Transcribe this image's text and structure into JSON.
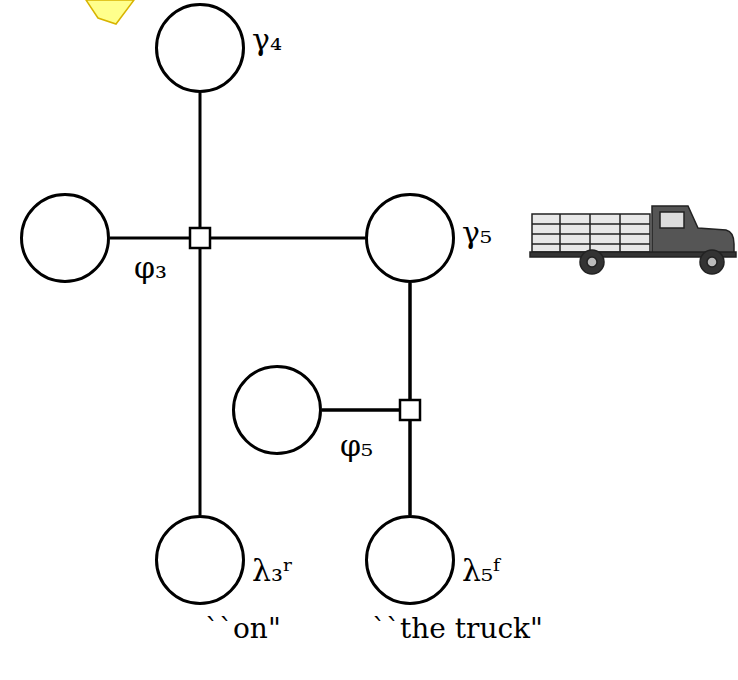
{
  "diagram": {
    "nodes": [
      {
        "text": [
          "γ₄"
        ]
      },
      {
        "text": [
          "φ₃"
        ]
      },
      {
        "text": [
          "γ₅"
        ]
      },
      {
        "text": [
          "φ₅"
        ]
      },
      {
        "text": [
          "λ₃ʳ",
          "``on\""
        ]
      },
      {
        "text": [
          "λ₅ᶠ",
          "``the truck\""
        ]
      }
    ],
    "edges": [
      {
        "from": 0,
        "to": 4,
        "arrow": "none"
      },
      {
        "from": 1,
        "to": 2,
        "arrow": "none"
      },
      {
        "from": 2,
        "to": 5,
        "arrow": "none"
      },
      {
        "from": 3,
        "to": 2,
        "arrow": "none"
      },
      {
        "from": 3,
        "to": 5,
        "arrow": "none"
      }
    ]
  }
}
